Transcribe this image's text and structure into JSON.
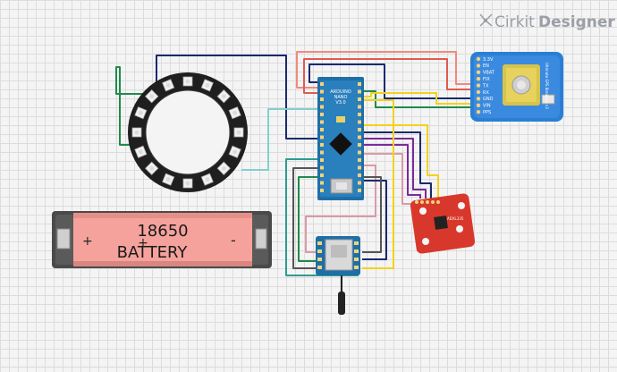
{
  "brand": {
    "prefix": "Cirkit",
    "suffix": "Designer"
  },
  "battery": {
    "line1": "18650",
    "line2": "BATTERY",
    "plus": "+",
    "minus": "-",
    "plus_center": "+"
  },
  "arduino": {
    "title": "ARDUINO",
    "model": "NANO",
    "version": "V3.0"
  },
  "gps": {
    "pins": [
      "3.3V",
      "EN",
      "VBAT",
      "FIX",
      "TX",
      "RX",
      "GND",
      "VIN",
      "PPS"
    ],
    "label": "Ultimate GPS Breakout v3"
  },
  "accel": {
    "label": "ADXL335"
  },
  "colors": {
    "red": "#e05a4f",
    "salmon": "#f08a7a",
    "yellow": "#f2d21c",
    "navy": "#1a2a6e",
    "green": "#1f8a4c",
    "teal": "#2a9d8f",
    "purple": "#7a2a9a",
    "pink": "#d99aa8",
    "gray": "#555555",
    "cyan": "#7fd0cf",
    "black": "#222222"
  }
}
